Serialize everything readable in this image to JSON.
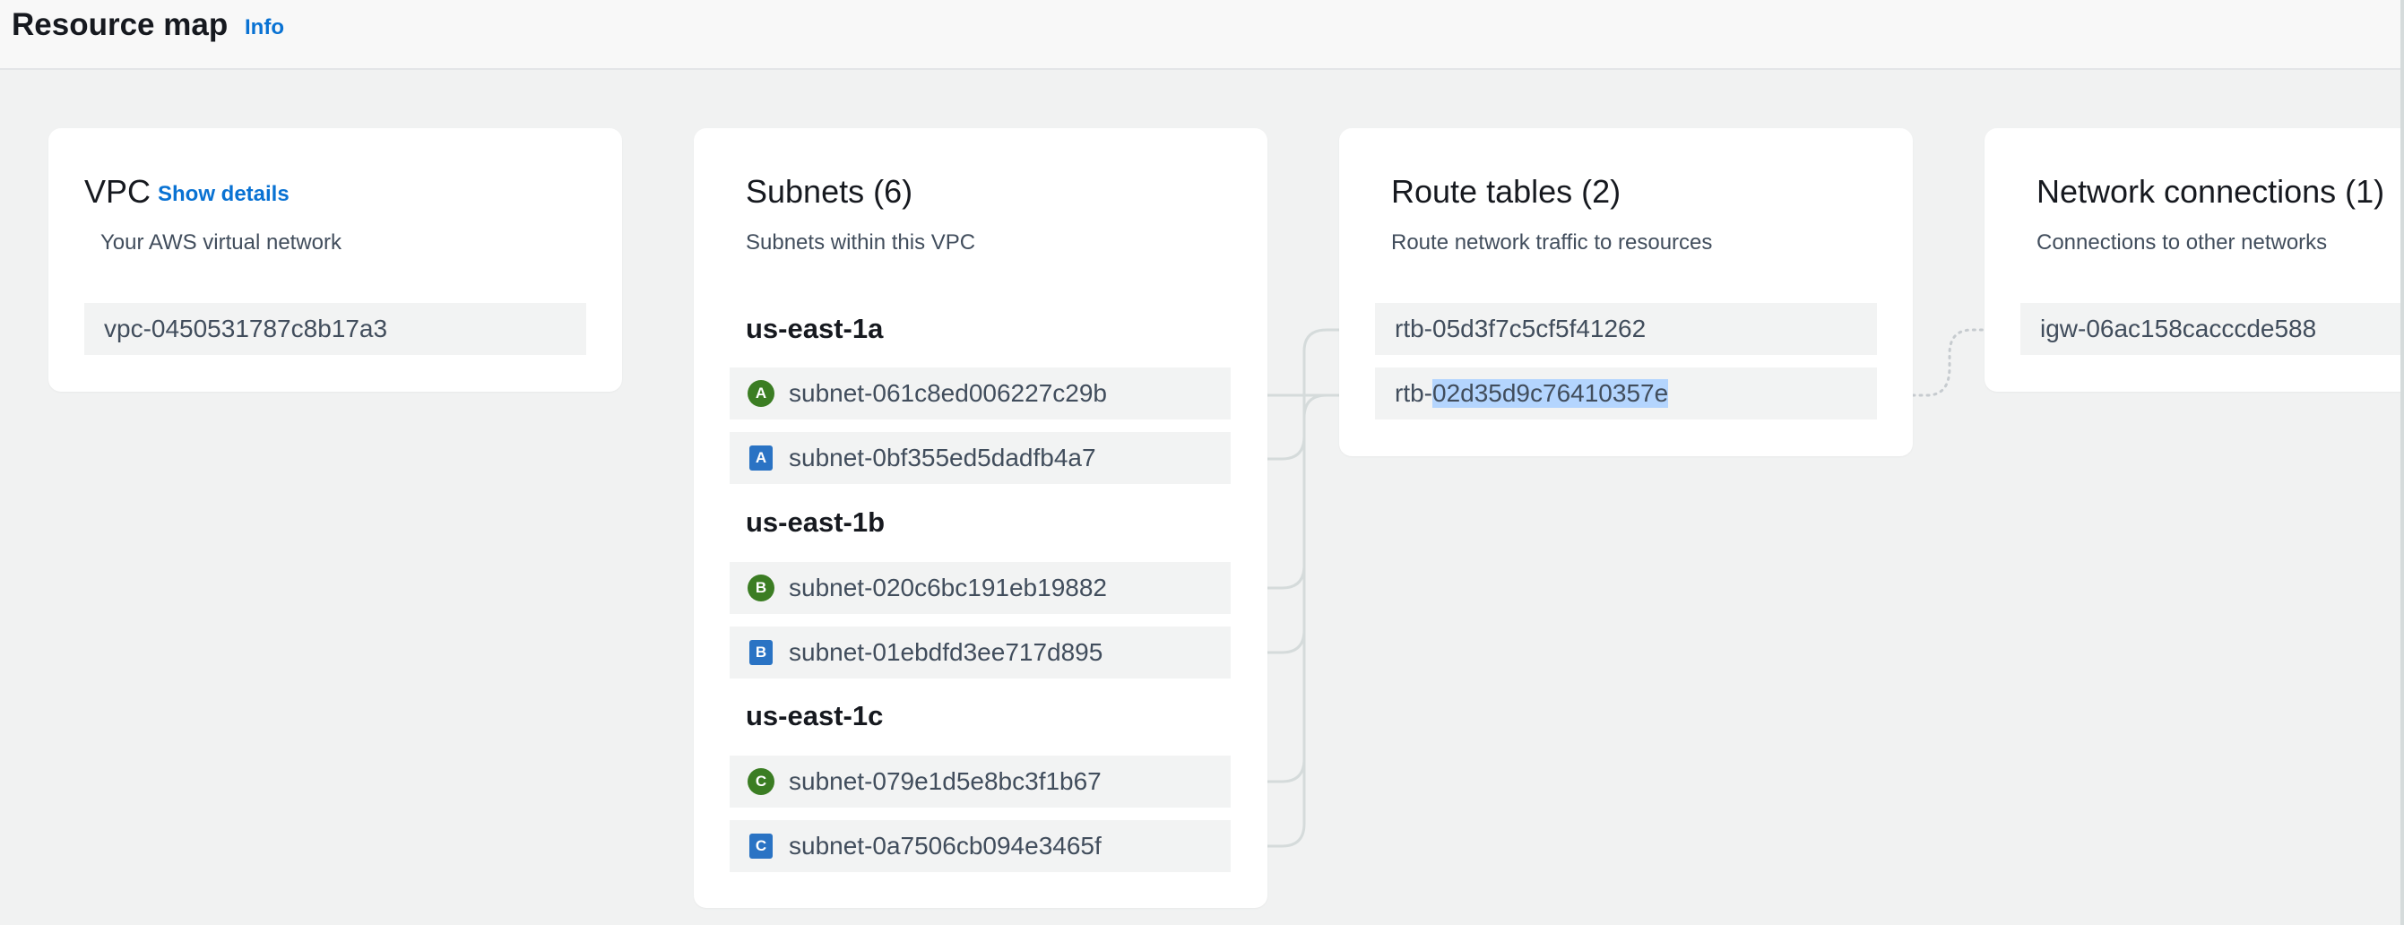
{
  "header": {
    "title": "Resource map",
    "info": "Info"
  },
  "vpc": {
    "title": "VPC",
    "details_link": "Show details",
    "subtitle": "Your AWS virtual network",
    "id": "vpc-0450531787c8b17a3"
  },
  "subnets": {
    "title": "Subnets (6)",
    "subtitle": "Subnets within this VPC",
    "groups": [
      {
        "az": "us-east-1a",
        "items": [
          {
            "badge": "A",
            "kind": "public",
            "id": "subnet-061c8ed006227c29b"
          },
          {
            "badge": "A",
            "kind": "private",
            "id": "subnet-0bf355ed5dadfb4a7"
          }
        ]
      },
      {
        "az": "us-east-1b",
        "items": [
          {
            "badge": "B",
            "kind": "public",
            "id": "subnet-020c6bc191eb19882"
          },
          {
            "badge": "B",
            "kind": "private",
            "id": "subnet-01ebdfd3ee717d895"
          }
        ]
      },
      {
        "az": "us-east-1c",
        "items": [
          {
            "badge": "C",
            "kind": "public",
            "id": "subnet-079e1d5e8bc3f1b67"
          },
          {
            "badge": "C",
            "kind": "private",
            "id": "subnet-0a7506cb094e3465f"
          }
        ]
      }
    ]
  },
  "route_tables": {
    "title": "Route tables (2)",
    "subtitle": "Route network traffic to resources",
    "items": [
      {
        "prefix": "rtb-05d3f7c5cf5f41262",
        "selected": ""
      },
      {
        "prefix": "rtb-",
        "selected": "02d35d9c76410357e"
      }
    ]
  },
  "network_connections": {
    "title": "Network connections (1)",
    "subtitle": "Connections to other networks",
    "items": [
      {
        "id": "igw-06ac158cacccde588"
      }
    ]
  },
  "colors": {
    "public_badge": "#3b7d23",
    "private_badge": "#2a73c4",
    "link": "#0972d3",
    "selection": "#b4d5fe"
  }
}
